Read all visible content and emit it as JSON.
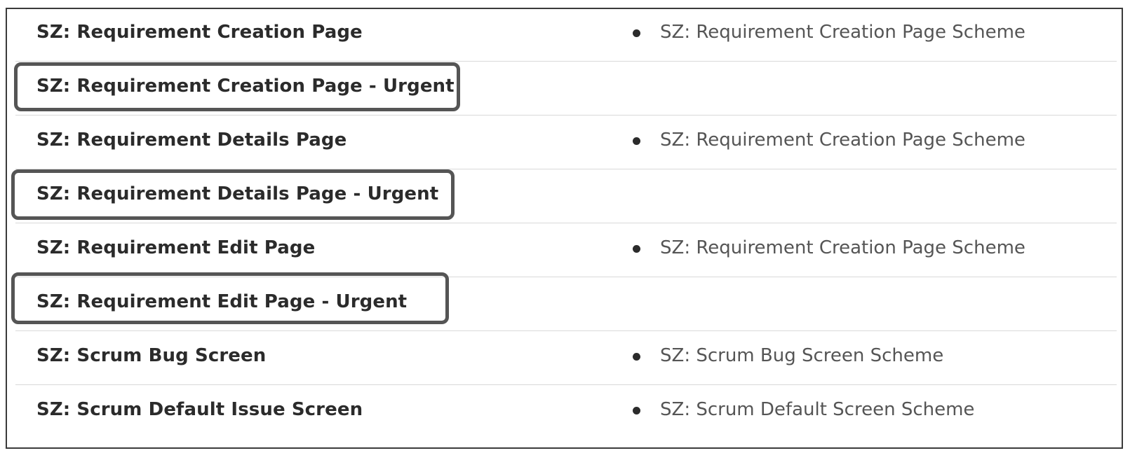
{
  "rows": [
    {
      "screen": "SZ: Requirement Creation Page",
      "scheme": "SZ: Requirement Creation Page Scheme"
    },
    {
      "screen": "SZ: Requirement Creation Page - Urgent",
      "scheme": ""
    },
    {
      "screen": "SZ: Requirement Details Page",
      "scheme": "SZ: Requirement Creation Page Scheme"
    },
    {
      "screen": "SZ: Requirement Details Page - Urgent",
      "scheme": ""
    },
    {
      "screen": "SZ: Requirement Edit Page",
      "scheme": "SZ: Requirement Creation Page Scheme"
    },
    {
      "screen": "SZ: Requirement Edit Page - Urgent",
      "scheme": ""
    },
    {
      "screen": "SZ: Scrum Bug Screen",
      "scheme": "SZ: Scrum Bug Screen Scheme"
    },
    {
      "screen": "SZ: Scrum Default Issue Screen",
      "scheme": "SZ: Scrum Default Screen Scheme"
    }
  ],
  "highlighted_rows": [
    1,
    3,
    5
  ],
  "colors": {
    "highlight_border": "#555555",
    "row_divider": "#d9d9d9",
    "screen_text": "#2b2b2b",
    "scheme_text": "#555555"
  }
}
